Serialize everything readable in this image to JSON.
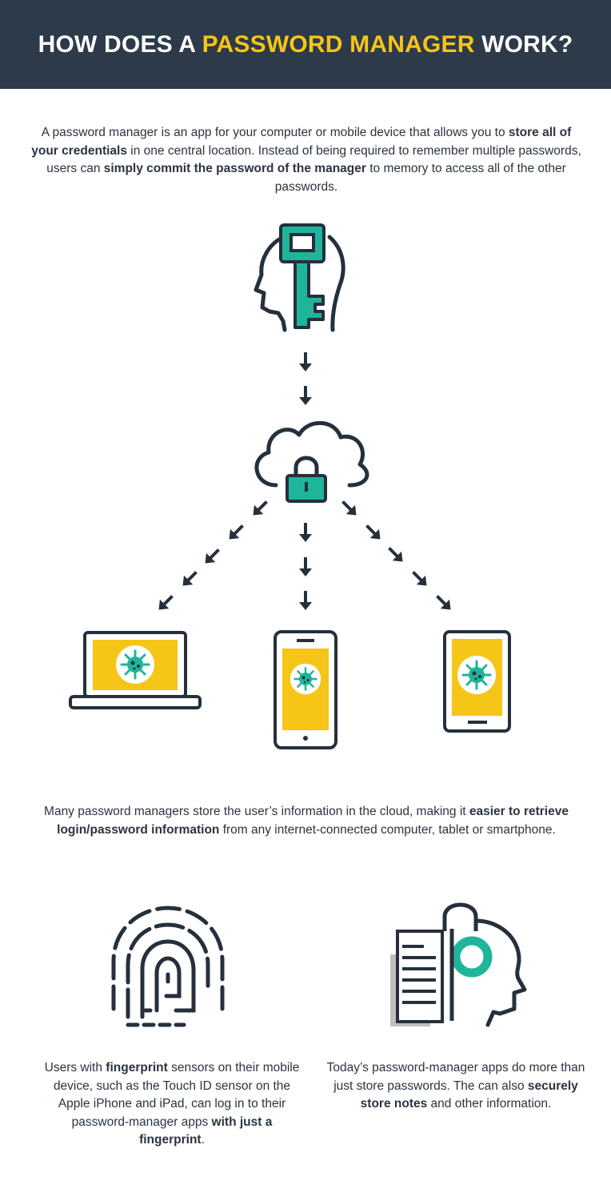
{
  "header": {
    "title_part1": "HOW DOES A ",
    "title_highlight": "PASSWORD MANAGER",
    "title_part2": " WORK?"
  },
  "intro": {
    "t1": "A password manager is an app for your computer or mobile device that allows you to ",
    "b1": "store all of your credentials",
    "t2": " in one central location.  Instead of being required to remember multiple passwords, users can ",
    "b2": "simply commit the password of the manager",
    "t3": " to memory to access all of the other passwords."
  },
  "cloud_text": {
    "t1": "Many password managers store the user’s information in the cloud, making it ",
    "b1": "easier to retrieve login/password information",
    "t2": " from any internet-connected computer, tablet or smartphone."
  },
  "fingerprint_text": {
    "t1": "Users with ",
    "b1": "fingerprint",
    "t2": " sensors on their mobile device, such as the Touch ID sensor on the Apple iPhone and iPad, can log in to their password-manager apps ",
    "b2": "with just a fingerprint",
    "t3": "."
  },
  "notes_text": {
    "t1": "Today’s password-manager apps do more than just store passwords. The can also ",
    "b1": "securely store notes",
    "t2": " and other information."
  },
  "colors": {
    "navy": "#2d3a49",
    "teal": "#1fb59a",
    "yellow": "#f5c518",
    "dark": "#26303c"
  },
  "icons": [
    "head-key-icon",
    "cloud-lock-icon",
    "laptop-icon",
    "smartphone-icon",
    "tablet-icon",
    "fingerprint-icon",
    "head-notes-headphones-icon"
  ]
}
